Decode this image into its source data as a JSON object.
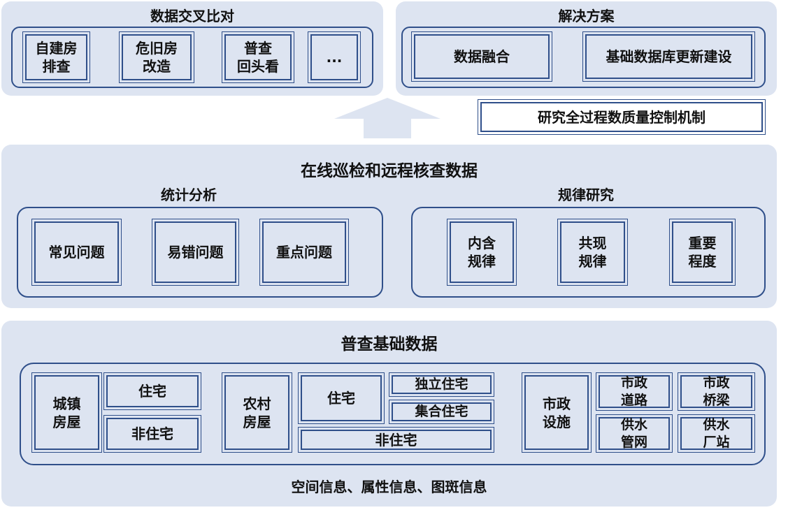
{
  "compare": {
    "title": "数据交叉比对",
    "items": [
      "自建房\n排查",
      "危旧房\n改造",
      "普查\n回头看",
      "..."
    ]
  },
  "solution": {
    "title": "解决方案",
    "items": [
      "数据融合",
      "基础数据库更新建设"
    ]
  },
  "quality": {
    "label": "研究全过程数质量控制机制"
  },
  "online": {
    "title": "在线巡检和远程核查数据",
    "stats": {
      "title": "统计分析",
      "items": [
        "常见问题",
        "易错问题",
        "重点问题"
      ]
    },
    "rules": {
      "title": "规律研究",
      "items": [
        "内含\n规律",
        "共现\n规律",
        "重要\n程度"
      ]
    }
  },
  "base": {
    "title": "普查基础数据",
    "urban": {
      "label": "城镇\n房屋",
      "residential": "住宅",
      "non_residential": "非住宅"
    },
    "rural": {
      "label": "农村\n房屋",
      "residential": "住宅",
      "detached": "独立住宅",
      "collective": "集合住宅",
      "non_residential": "非住宅"
    },
    "municipal": {
      "label": "市政\n设施",
      "road": "市政\n道路",
      "bridge": "市政\n桥梁",
      "pipe": "供水\n管网",
      "plant": "供水\n厂站"
    },
    "footer": "空间信息、属性信息、图斑信息"
  },
  "colors": {
    "panel": "#dde4f1",
    "border": "#2f4f8a",
    "arrow": "#dde4f1"
  }
}
